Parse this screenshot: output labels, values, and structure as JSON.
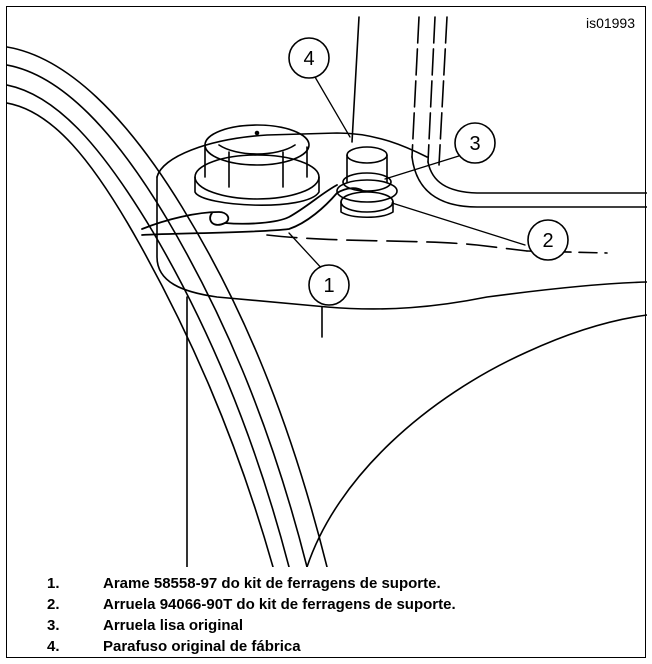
{
  "figure_id": "is01993",
  "callouts": [
    {
      "number": "1"
    },
    {
      "number": "2"
    },
    {
      "number": "3"
    },
    {
      "number": "4"
    }
  ],
  "legend": [
    {
      "number": "1.",
      "text": "Arame 58558-97 do kit de ferragens de suporte."
    },
    {
      "number": "2.",
      "text": "Arruela 94066-90T do kit de ferragens de suporte."
    },
    {
      "number": "3.",
      "text": "Arruela lisa original"
    },
    {
      "number": "4.",
      "text": "Parafuso original de fábrica"
    }
  ]
}
